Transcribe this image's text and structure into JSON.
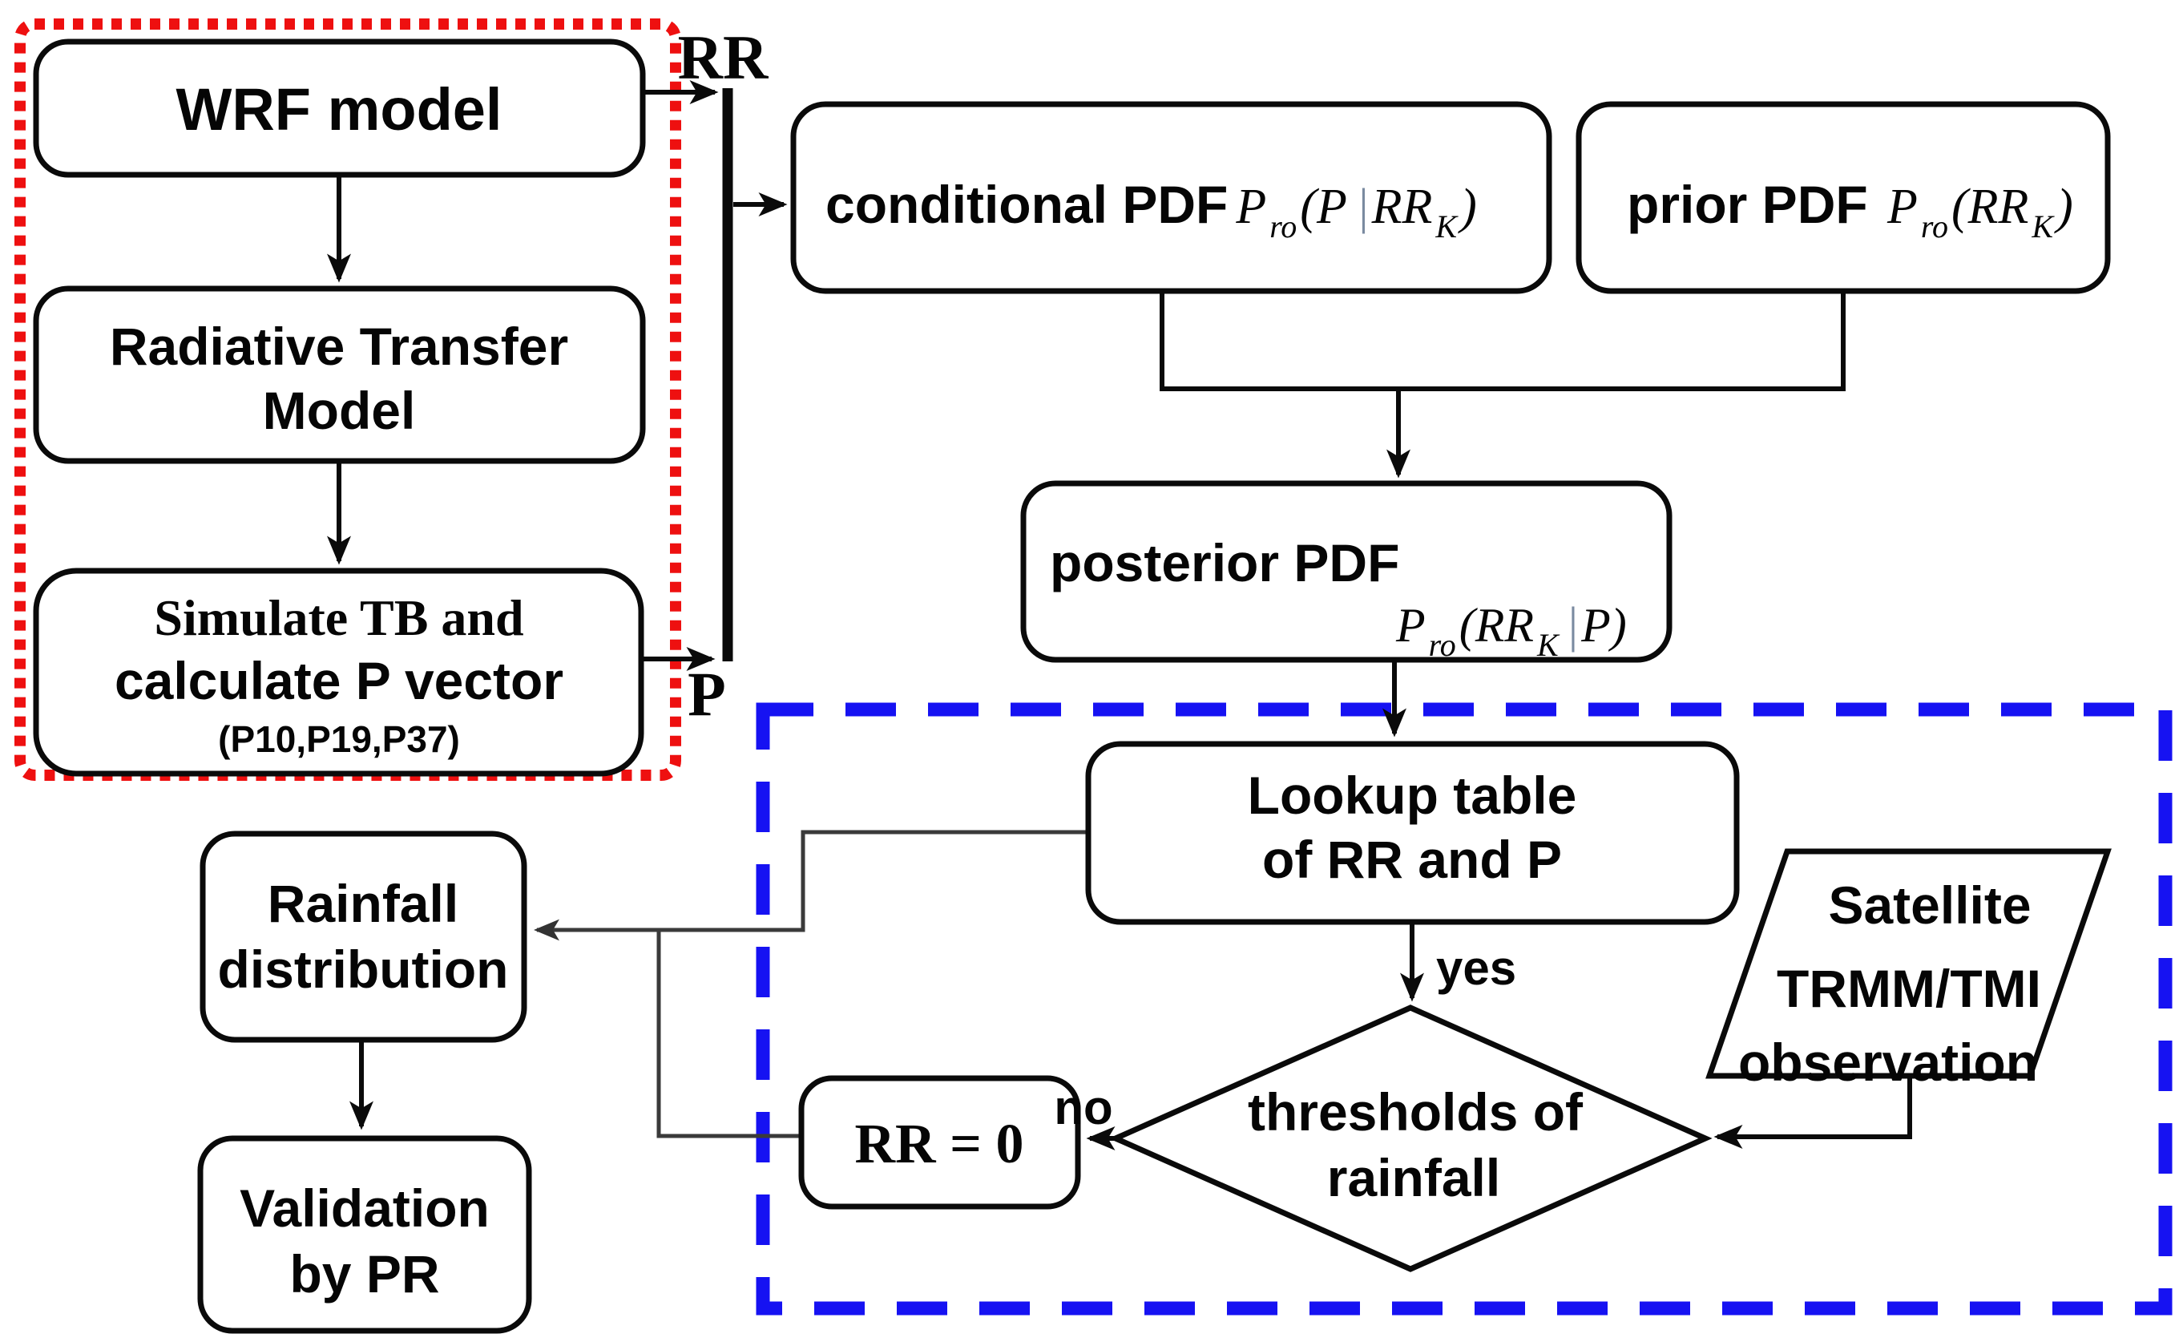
{
  "colors": {
    "red_outline": "#ee1010",
    "blue_outline": "#1612f2",
    "ink": "#0a0a0a",
    "formula_bar": "#7a8aa0"
  },
  "nodes": {
    "wrf": {
      "label": "WRF model"
    },
    "rtm": {
      "line1": "Radiative Transfer",
      "line2": "Model"
    },
    "simulate": {
      "line1": "Simulate TB and",
      "line2": "calculate P vector",
      "line3": "(P10,P19,P37)"
    },
    "conditional": {
      "label": "conditional PDF",
      "formula": {
        "p1": "P",
        "p2": "ro",
        "p3": "(P ",
        "bar": "|",
        "p4": " RR",
        "p5": "K",
        "p6": ")"
      }
    },
    "prior": {
      "label": "prior PDF ",
      "formula": {
        "p1": "P",
        "p2": "ro",
        "p3": "(RR",
        "p4": "K",
        "p5": ")"
      }
    },
    "posterior": {
      "label": "posterior PDF",
      "formula": {
        "p1": "P",
        "p2": "ro",
        "p3": "(RR",
        "p4": "K",
        "bar": "|",
        "p5": " P)"
      }
    },
    "lookup": {
      "line1": "Lookup table",
      "line2": "of RR and P"
    },
    "rr_zero": {
      "label": "RR = 0"
    },
    "rainfall": {
      "line1": "Rainfall",
      "line2": "distribution"
    },
    "validation": {
      "line1": "Validation",
      "line2": "by PR"
    },
    "satellite": {
      "line1": "Satellite",
      "line2": "TRMM/TMI",
      "line3": "observation"
    },
    "threshold": {
      "line1": "thresholds of",
      "line2": "rainfall"
    }
  },
  "edges": {
    "rr_label": "RR",
    "p_label": "P",
    "yes_label": "yes",
    "no_label": "no"
  }
}
